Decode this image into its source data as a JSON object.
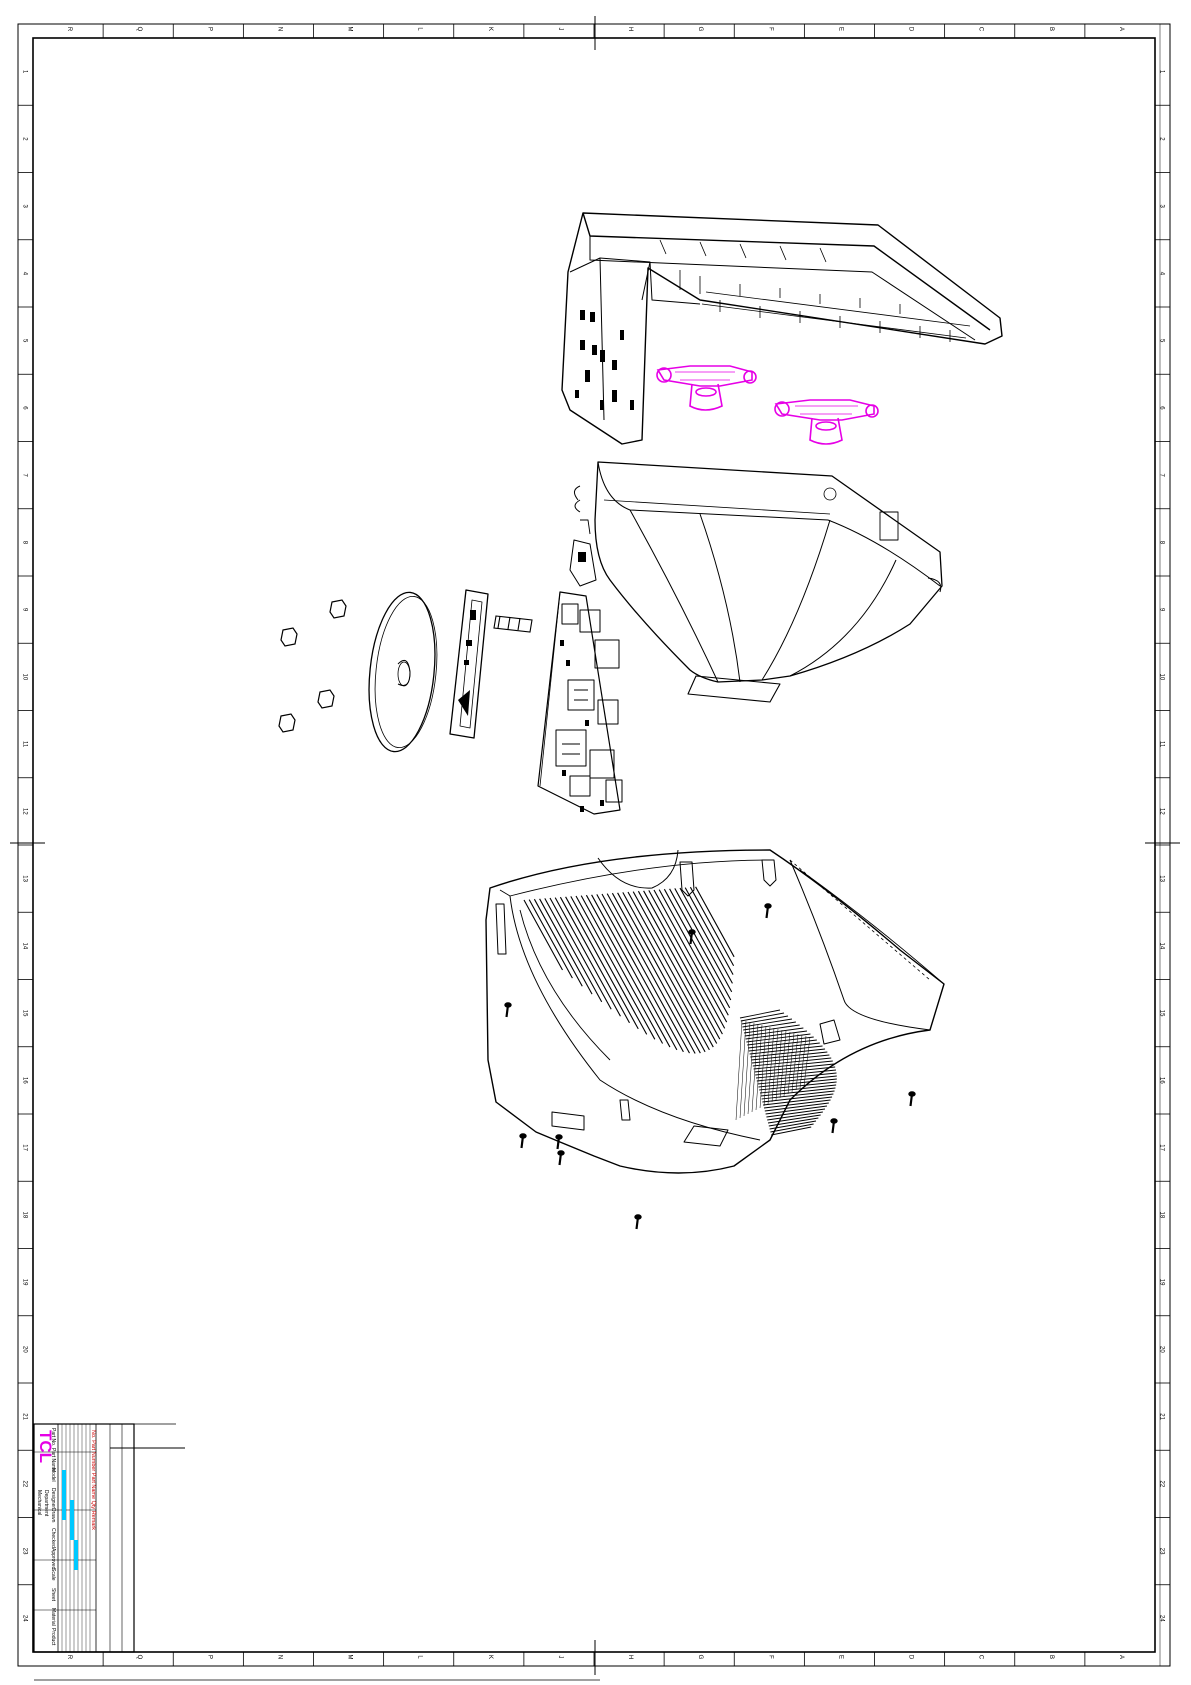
{
  "colors": {
    "line": "#000000",
    "highlight_part": "#e600e6",
    "highlight_field": "#00c8ff",
    "revision_text": "#d00000",
    "paper": "#ffffff"
  },
  "border": {
    "zone_letters": [
      "R",
      "Q",
      "P",
      "N",
      "M",
      "L",
      "K",
      "J",
      "H",
      "G",
      "F",
      "E",
      "D",
      "C",
      "B",
      "A"
    ],
    "zone_numbers": [
      "1",
      "2",
      "3",
      "4",
      "5",
      "6",
      "7",
      "8",
      "9",
      "10",
      "11",
      "12",
      "13",
      "14",
      "15",
      "16",
      "17",
      "18",
      "19",
      "20",
      "21",
      "22",
      "23",
      "24"
    ]
  },
  "title_block": {
    "logo": "TCL",
    "department_line1": "Mechanical",
    "department_line2": "Department",
    "revision_header": "No.  Part Number  Part Name  Qty  Remark",
    "fields": [
      "Part No.",
      "Part Name",
      "Model",
      "Designer",
      "Drawn",
      "Checked",
      "Approved",
      "Scale",
      "Sheet",
      "Material",
      "Product"
    ]
  },
  "parts": [
    {
      "name": "top-cover"
    },
    {
      "name": "tilt-bracket-left"
    },
    {
      "name": "tilt-bracket-right"
    },
    {
      "name": "crt-tube"
    },
    {
      "name": "main-pcb"
    },
    {
      "name": "swivel-base-disc"
    },
    {
      "name": "control-panel"
    },
    {
      "name": "rear-cabinet"
    },
    {
      "name": "rubber-feet"
    },
    {
      "name": "screws"
    }
  ]
}
